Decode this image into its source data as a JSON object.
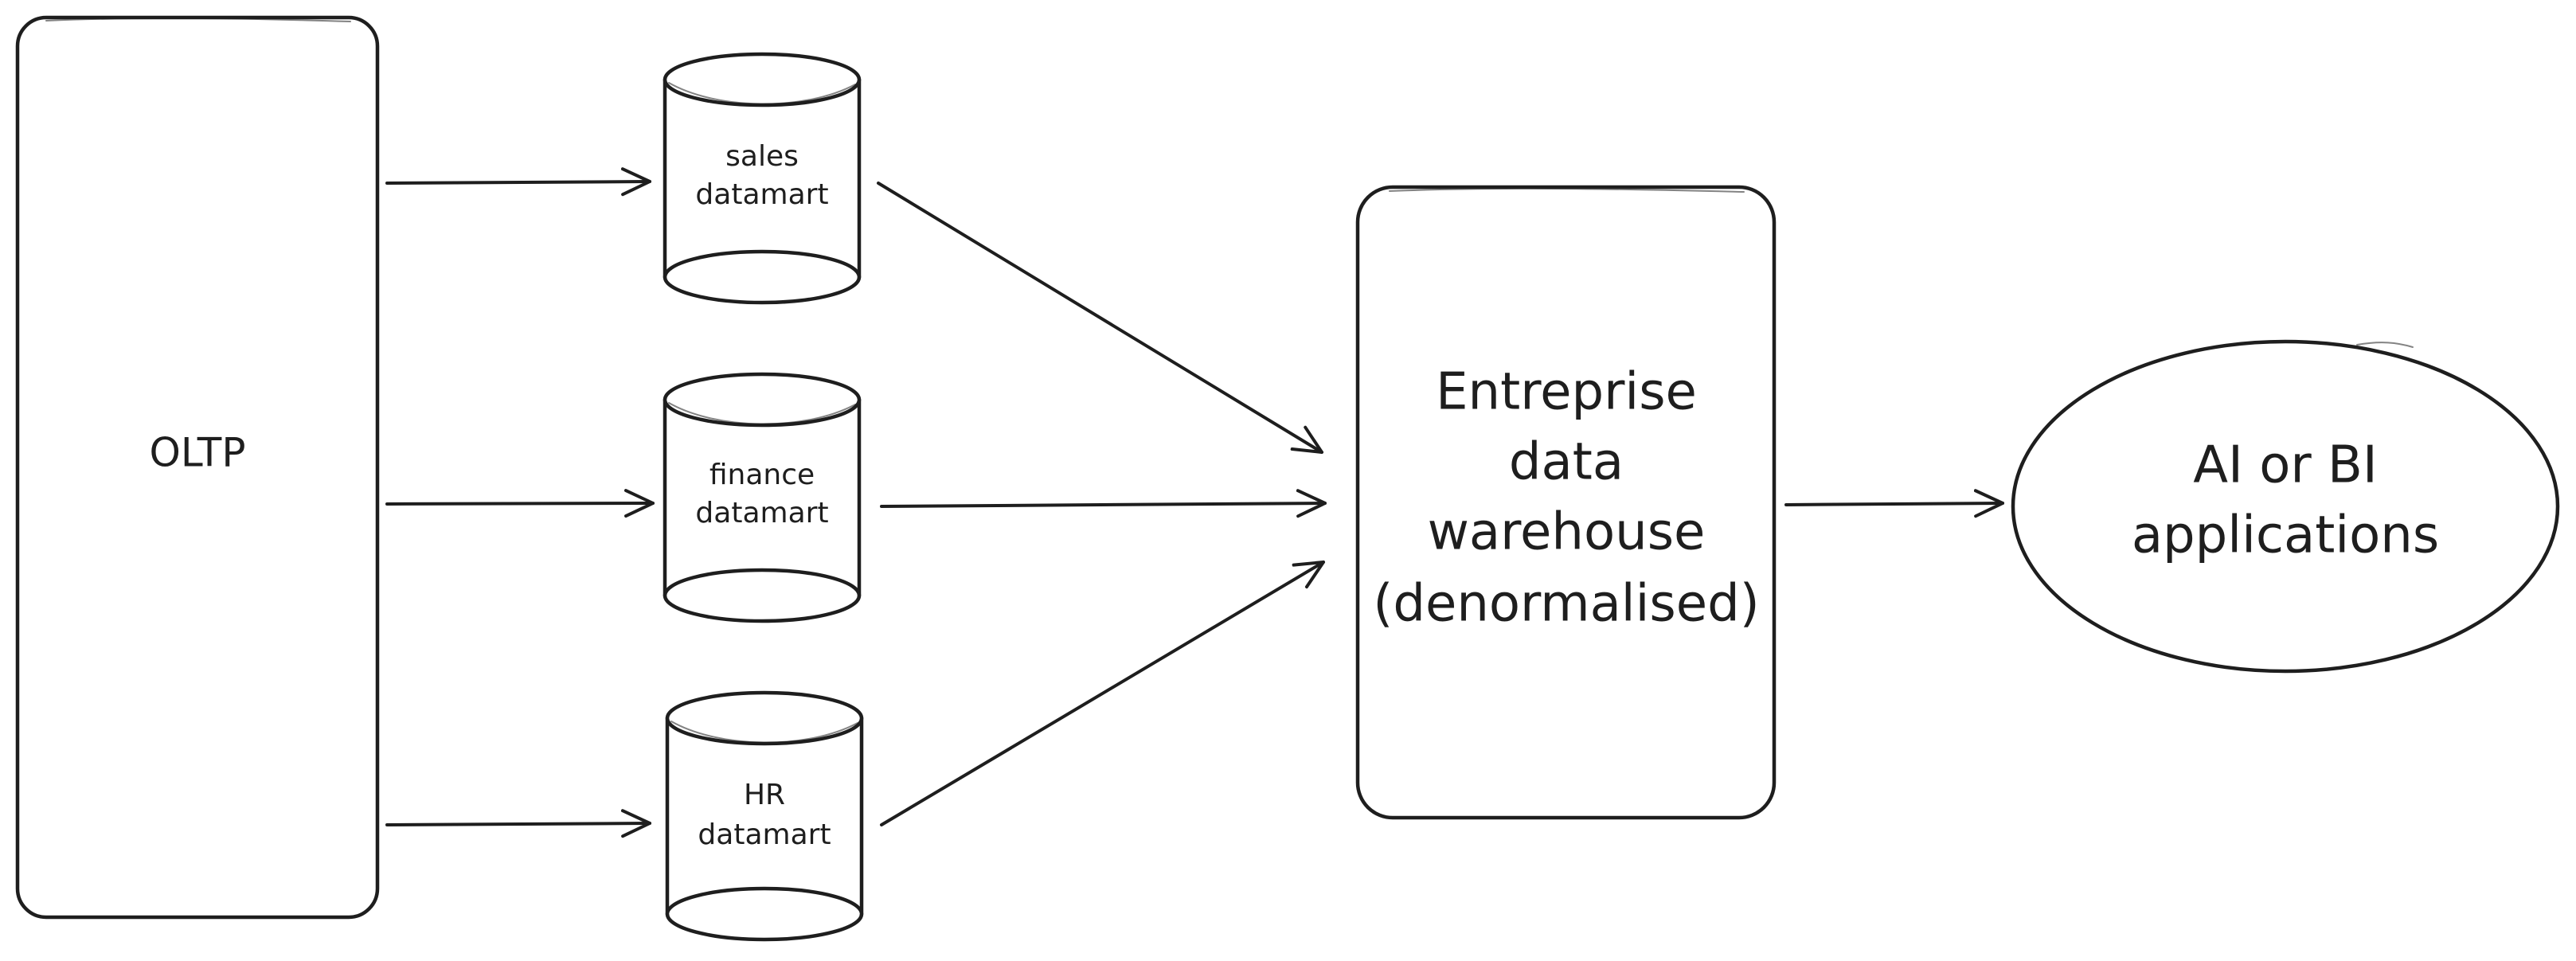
{
  "diagram": {
    "nodes": {
      "oltp": {
        "label": "OLTP",
        "shape": "rounded-rectangle"
      },
      "sales_datamart": {
        "label_lines": [
          "sales",
          "datamart"
        ],
        "shape": "cylinder"
      },
      "finance_datamart": {
        "label_lines": [
          "finance",
          "datamart"
        ],
        "shape": "cylinder"
      },
      "hr_datamart": {
        "label_lines": [
          "HR",
          "datamart"
        ],
        "shape": "cylinder"
      },
      "enterprise_dw": {
        "label_lines": [
          "Entreprise",
          "data",
          "warehouse",
          "(denormalised)"
        ],
        "shape": "rounded-rectangle"
      },
      "applications": {
        "label_lines": [
          "AI or BI",
          "applications"
        ],
        "shape": "ellipse"
      }
    },
    "edges": [
      {
        "from": "OLTP",
        "to": "sales datamart"
      },
      {
        "from": "OLTP",
        "to": "finance datamart"
      },
      {
        "from": "OLTP",
        "to": "HR datamart"
      },
      {
        "from": "sales datamart",
        "to": "Entreprise data warehouse"
      },
      {
        "from": "finance datamart",
        "to": "Entreprise data warehouse"
      },
      {
        "from": "HR datamart",
        "to": "Entreprise data warehouse"
      },
      {
        "from": "Entreprise data warehouse",
        "to": "AI or BI applications"
      }
    ],
    "colors": {
      "stroke": "#1e1e1e",
      "background": "#ffffff"
    }
  }
}
